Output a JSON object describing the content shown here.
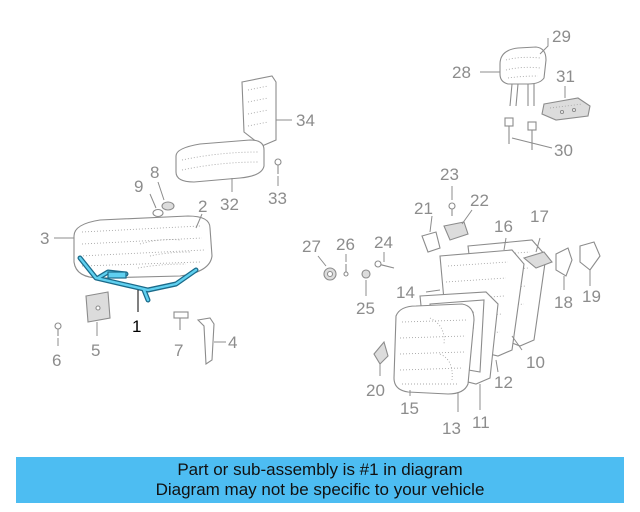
{
  "diagram": {
    "highlighted_callout": "1",
    "callouts": [
      "1",
      "2",
      "3",
      "4",
      "5",
      "6",
      "7",
      "8",
      "9",
      "10",
      "11",
      "12",
      "13",
      "14",
      "15",
      "16",
      "17",
      "18",
      "19",
      "20",
      "21",
      "22",
      "23",
      "24",
      "25",
      "26",
      "27",
      "28",
      "29",
      "30",
      "31",
      "32",
      "33",
      "34"
    ],
    "colors": {
      "highlight": "#5fd0f0",
      "linework": "#8c8c8c",
      "banner": "#4dbdf2"
    }
  },
  "banner": {
    "line1": "Part or sub-assembly is #1 in diagram",
    "line2": "Diagram may not be specific to your vehicle"
  }
}
